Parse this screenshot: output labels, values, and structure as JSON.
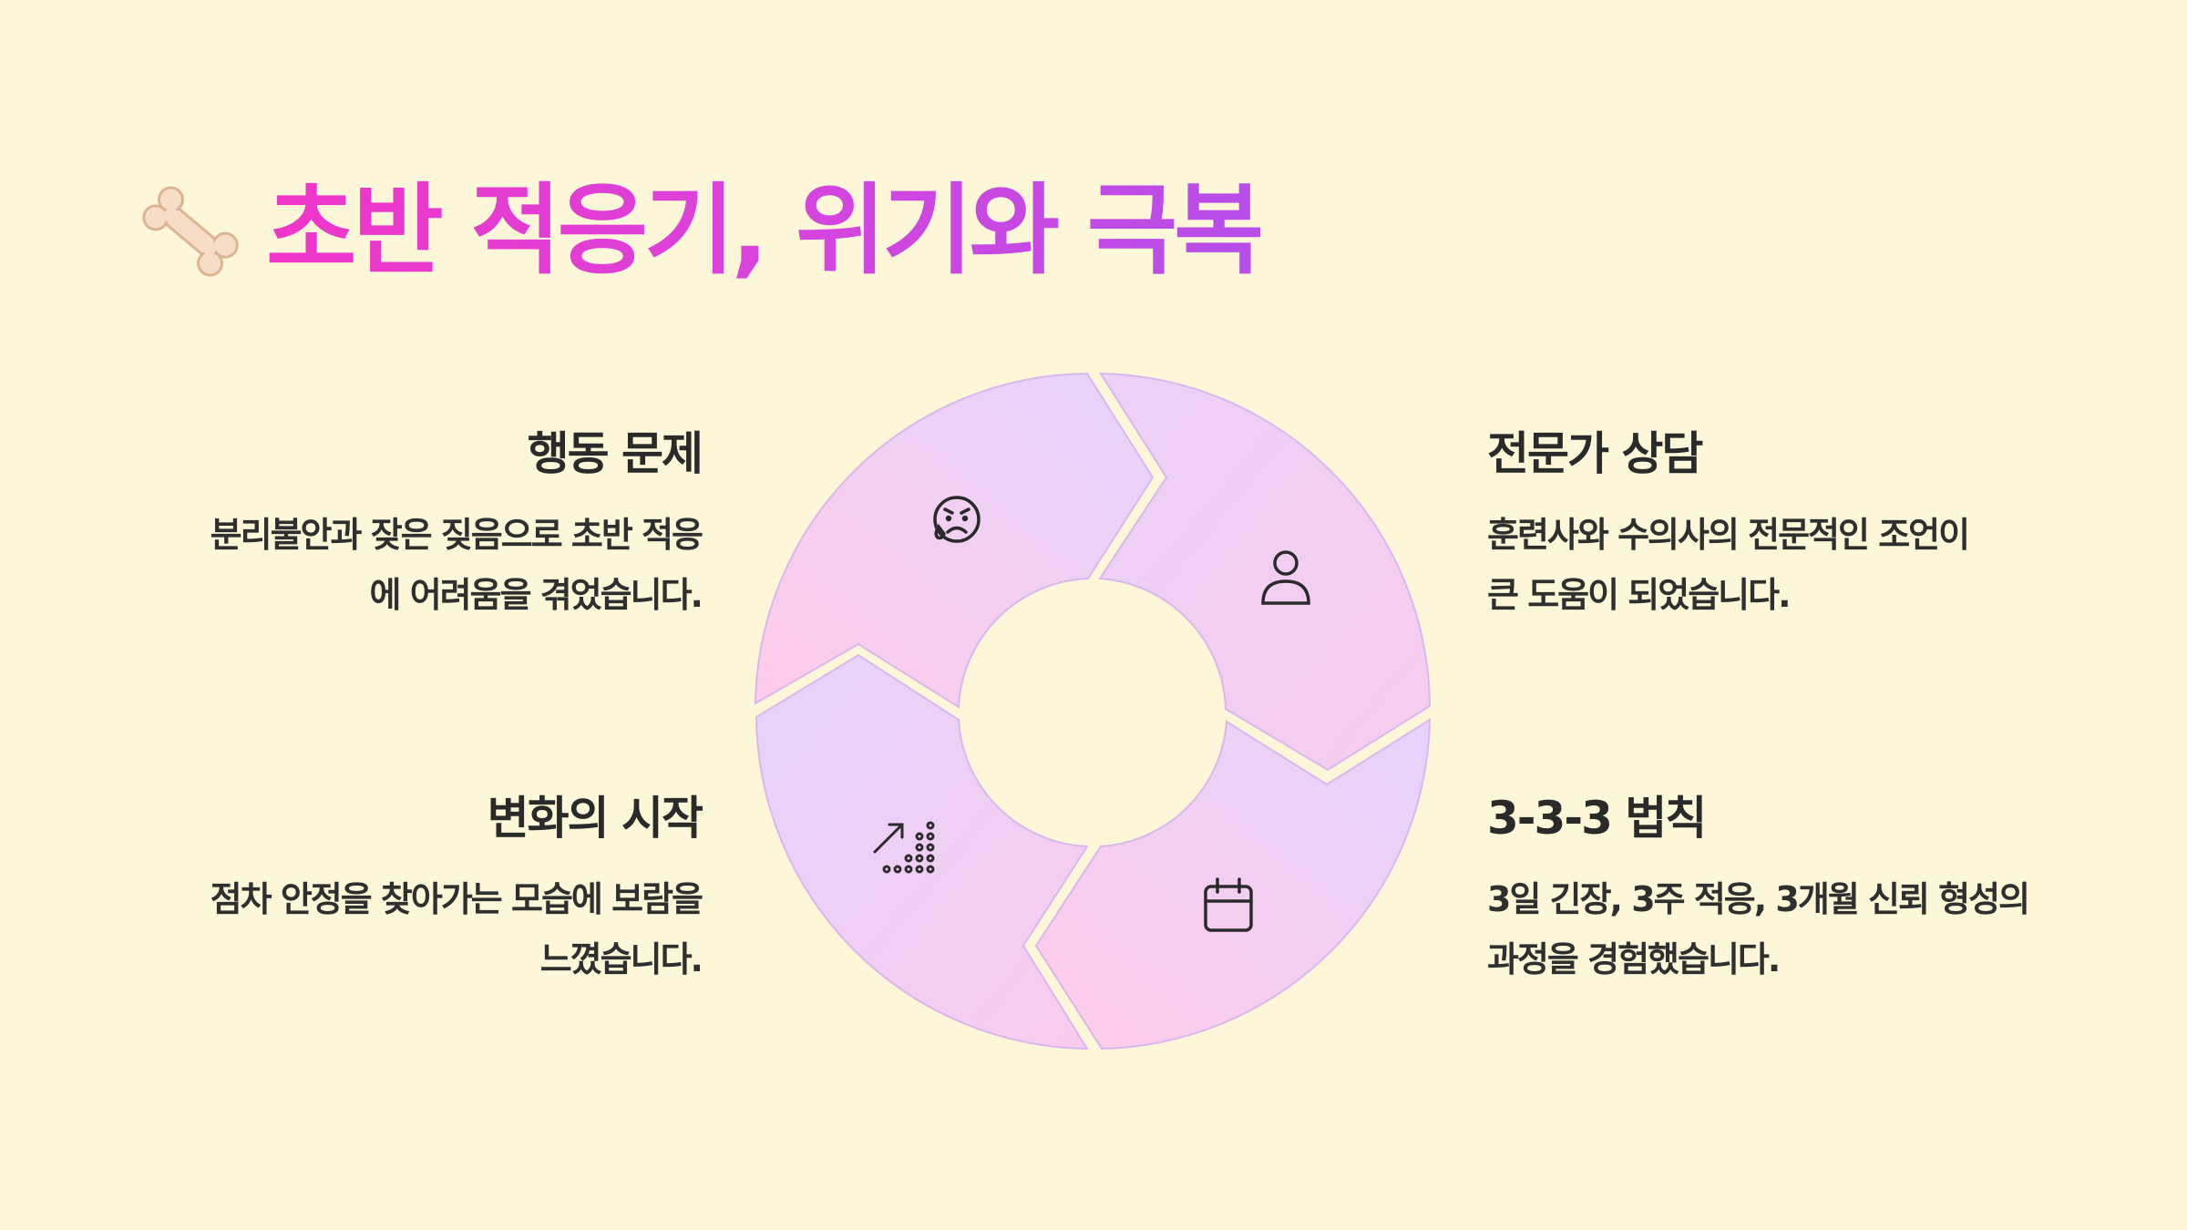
{
  "header": {
    "icon": "bone-icon",
    "title": "초반 적응기, 위기와 극복"
  },
  "cycle": {
    "colors": {
      "pink": "#FFCBE9",
      "lavender": "#E9D2FB",
      "outline": "#D6B6EC",
      "icon": "#2A2A2A"
    },
    "segments": [
      {
        "icon": "worried-face-icon"
      },
      {
        "icon": "person-icon"
      },
      {
        "icon": "calendar-icon"
      },
      {
        "icon": "growth-dots-icon"
      }
    ]
  },
  "blocks": {
    "behavior": {
      "title": "행동 문제",
      "line1": "분리불안과 잦은 짖음으로 초반 적응",
      "line2": "에 어려움을 겪었습니다."
    },
    "expert": {
      "title": "전문가 상담",
      "line1": "훈련사와 수의사의 전문적인 조언이",
      "line2": "큰 도움이 되었습니다."
    },
    "change": {
      "title": "변화의 시작",
      "line1": "점차 안정을 찾아가는 모습에 보람을",
      "line2": "느꼈습니다."
    },
    "rule": {
      "title": "3-3-3 법칙",
      "line1": "3일 긴장, 3주 적응, 3개월 신뢰 형성의",
      "line2": "과정을 경험했습니다."
    }
  }
}
